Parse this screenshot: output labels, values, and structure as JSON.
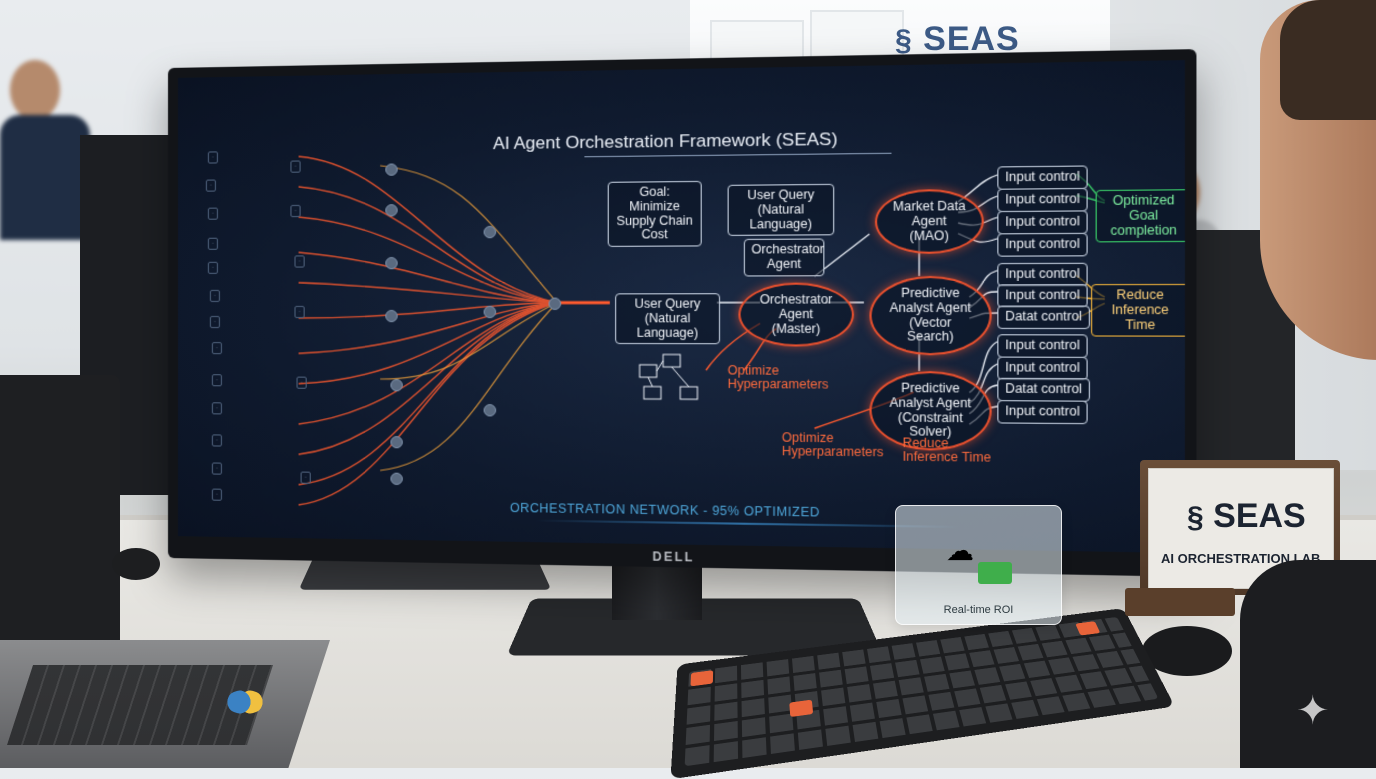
{
  "scene": {
    "wall_sign": "SEAS",
    "monitor_brand": "DELL"
  },
  "screen": {
    "title": "AI Agent Orchestration Framework (SEAS)",
    "footer": "ORCHESTRATION NETWORK - 95% OPTIMIZED",
    "nodes": {
      "goal": "Goal: Minimize Supply Chain Cost",
      "user_query_top": "User Query (Natural Language)",
      "orchestrator_top": "Orchestrator Agent",
      "user_query_mid": "User Query (Natural Language)",
      "orchestrator_master": "Orchestrator Agent (Master)",
      "market_data": "Market Data Agent (MAO)",
      "predictive_vector": "Predictive Analyst Agent (Vector Search)",
      "predictive_constraint": "Predictive Analyst Agent (Constraint Solver)",
      "optimized": "Optimized Goal completion",
      "reduce_right": "Reduce Inference Time"
    },
    "inputs": [
      "Input control",
      "Input control",
      "Input control",
      "Input control",
      "Input control",
      "Input control",
      "Datat control",
      "Input control",
      "Input control",
      "Datat control",
      "Input control"
    ],
    "notes": {
      "optimize_1": "Optimize Hyperparameters",
      "optimize_2": "Optimize Hyperparameters",
      "reduce_bottom": "Reduce Inference Time"
    }
  },
  "roi_card": {
    "label": "Real-time ROI"
  },
  "plaque": {
    "logo": "SEAS",
    "subtitle": "AI ORCHESTRATION LAB"
  }
}
